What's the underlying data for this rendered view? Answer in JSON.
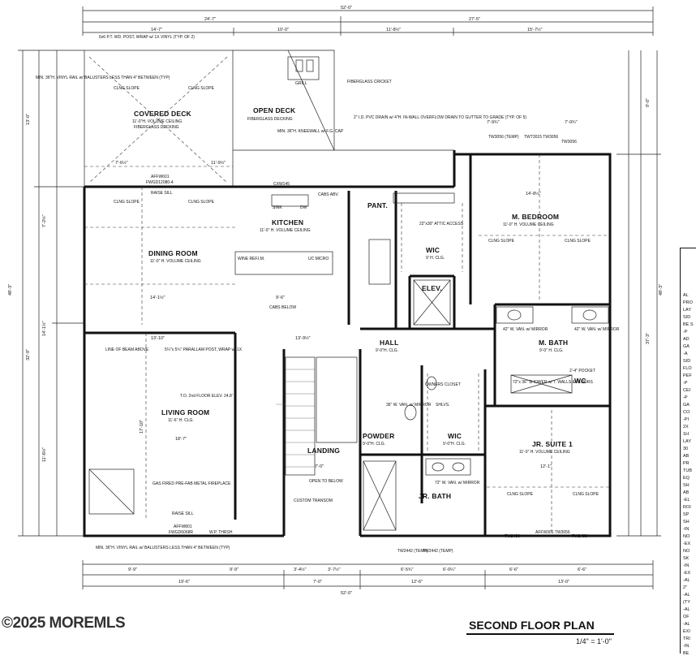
{
  "title": "SECOND FLOOR PLAN",
  "scale": "1/4\" = 1'-0\"",
  "watermark": "©2025 MOREMLS",
  "rooms": {
    "covered_deck": {
      "name": "COVERED DECK",
      "notes": [
        "11'-0\"H. VOLUME CEILING",
        "FIBERGLASS DECKING"
      ]
    },
    "open_deck": {
      "name": "OPEN DECK",
      "notes": [
        "FIBERGLASS DECKING"
      ]
    },
    "kitchen": {
      "name": "KITCHEN",
      "notes": [
        "11'-0\" H. VOLUME CEILING"
      ]
    },
    "dining": {
      "name": "DINING ROOM",
      "notes": [
        "11'-0\" H. VOLUME CEILING"
      ]
    },
    "living": {
      "name": "LIVING ROOM",
      "notes": [
        "11'-6\" H. CLG."
      ]
    },
    "m_bedroom": {
      "name": "M. BEDROOM",
      "notes": [
        "11'-0\" H. VOLUME CEILING"
      ]
    },
    "m_bath": {
      "name": "M. BATH",
      "notes": [
        "9'-0\" H. CLG."
      ]
    },
    "wic1": {
      "name": "WIC",
      "notes": [
        "9' H. CLG."
      ]
    },
    "wic2": {
      "name": "WIC",
      "notes": [
        "9'-0\"H. CLG."
      ]
    },
    "elev": {
      "name": "ELEV."
    },
    "pant": {
      "name": "PANT."
    },
    "hall": {
      "name": "HALL",
      "notes": [
        "9'-0\"H. CLG."
      ]
    },
    "powder": {
      "name": "POWDER",
      "notes": [
        "9'-0\"H. CLG."
      ]
    },
    "landing": {
      "name": "LANDING"
    },
    "jr_suite": {
      "name": "JR. SUITE 1",
      "notes": [
        "11'-0\" H. VOLUME CEILING"
      ]
    },
    "jr_bath": {
      "name": "JR. BATH"
    },
    "wc": {
      "name": "WC"
    },
    "owners_closet": {
      "name": "OWNERS CLOSET"
    }
  },
  "dimensions": {
    "overall_top": "52'-0\"",
    "top_left": "24'-7\"",
    "top_right": "27'-5\"",
    "top_seg1": "14'-7\"",
    "top_seg2": "10'-0\"",
    "top_seg3": "11'-8½\"",
    "top_seg4": "15'-7½\"",
    "overall_bottom": "52'-0\"",
    "bot_seg1": "19'-6\"",
    "bot_seg2": "7'-0\"",
    "bot_seg3": "12'-6\"",
    "bot_seg4": "13'-0\"",
    "bot_sub1": "9'-9\"",
    "bot_sub2": "9'-9\"",
    "bot_sub3": "3'-4½\"",
    "bot_sub4": "3'-7½\"",
    "bot_sub5": "6'-5¾\"",
    "bot_sub6": "6'-0¼\"",
    "bot_sub7": "6'-6\"",
    "bot_sub8": "6'-6\"",
    "left_overall": "48'-3\"",
    "left_a": "13'-0\"",
    "left_b": "32'-9\"",
    "left_c": "7'-2½\"",
    "left_d": "14'-1½\"",
    "left_e": "11'-6½\"",
    "right_overall": "48'-3\"",
    "right_a": "9'-0\"",
    "right_b": "37'-3\"",
    "m_bed_w": "14'-8½\"",
    "living_w": "18'-7\"",
    "living_h": "17'-10\"",
    "dining_w": "14'-1½\"",
    "kitchen_w": "9'-6\"",
    "jr_w": "12'-1\"",
    "landing_w": "7'-0\"",
    "deck_a": "7'-6½\"",
    "deck_b": "11'-9½\"",
    "bed_a": "7'-9¾\"",
    "bed_b": "7'-9¾\"",
    "hall_w": "13'-10\"",
    "hall_w2": "13'-9½\""
  },
  "notes": {
    "post": "6x6 P.T. WD. POST, WRAP w/ 1X VINYL (TYP. OF 2)",
    "rail_top": "MIN. 36\"H. VINYL RAIL w/ BALUSTERS LESS THAN 4\" BETWEEN (TYP)",
    "grill": "GRILL",
    "cricket": "FIBERGLASS CRICKET",
    "drain": "2\" I.D. PVC DRAIN w/ 4\"H. IN-WALL OVERFLOW DRAIN TO GUTTER TO GRADE (TYP. OF 5)",
    "kneewall": "MIN. 36\"H. KNEEWALL w/ F.G. CAP",
    "header": "AFFW601",
    "header2": "FWGD12080-4",
    "raise_sill": "RAISE SILL",
    "cxw": "CXW145",
    "beam": "LINE OF BEAM ABOVE",
    "parallam": "5¼\"x 5¼\" PARALLAM POST, WRAP w/ 1X",
    "floor": "T.O. 2nd FLOOR ELEV. 24.8'",
    "fireplace": "GAS FIRED PRE-FAB METAL FIREPLACE",
    "rail_bot": "MIN. 36\"H. VINYL RAIL w/ BALUSTERS LESS THAN 4\" BETWEEN (TYP)",
    "afw": "AFFW801",
    "afw2": "FWGD6068R",
    "thrsh": "W.P. THRSH",
    "open_below": "OPEN TO BELOW",
    "transom": "CUSTOM TRANSOM",
    "cabs_below": "CABS BELOW",
    "wine": "WINE REF.",
    "im": "I.M.",
    "micro": "UC MICRO",
    "attic": "22\"x30\" ATTIC ACCESS",
    "van1": "42\" W. VAN. w/ MIRROR",
    "van2": "42\" W. VAN. w/ MIRROR",
    "shower": "72\"x 36\" SHOWER w/ T. WALLS & FLOORS",
    "van3": "36\" W. VAN. w/ MIRROR",
    "van4": "72\" W. VAN. w/ MIRROR",
    "pocket": "2'-4\" POCKET",
    "shlvs": "SHLVS.",
    "tw_a": "TW2442 (TEMP)",
    "tw_b": "TW2442 (TEMP)",
    "tw_c": "TW2456",
    "tw_d": "AFFW301 TW3056",
    "tw_e": "TW2456",
    "tw_f": "TW3056 (TEMP)",
    "tw_g": "TWT3015 TW3056",
    "tw_h": "TW3056",
    "clng": "CLNG SLOPE",
    "sink": "SINK",
    "dw": "DW",
    "cabs_abv": "CABS ABV."
  },
  "side_text": [
    "AL",
    "PRO",
    "LAY",
    "SID",
    "BE S",
    "-P",
    "AD",
    "GA",
    "-A",
    "SID",
    "FLO",
    "PEF",
    "-P",
    "CEI",
    "-P",
    "GA",
    "CO",
    "-PI",
    "2X",
    "1H",
    "LAY",
    "30",
    "AB",
    "PR",
    "TUB",
    "EQ",
    "SH",
    "AB",
    "-EL",
    "ROI",
    "SP",
    "SH",
    "-IN",
    "NO",
    "-EX",
    "NO",
    "SK",
    "-IN",
    "-EX",
    "-AL",
    "2\"",
    "-AL",
    "(TY",
    "-AL",
    "OF",
    "-AL",
    "EXI",
    "TRI",
    "-IN",
    "BE"
  ]
}
